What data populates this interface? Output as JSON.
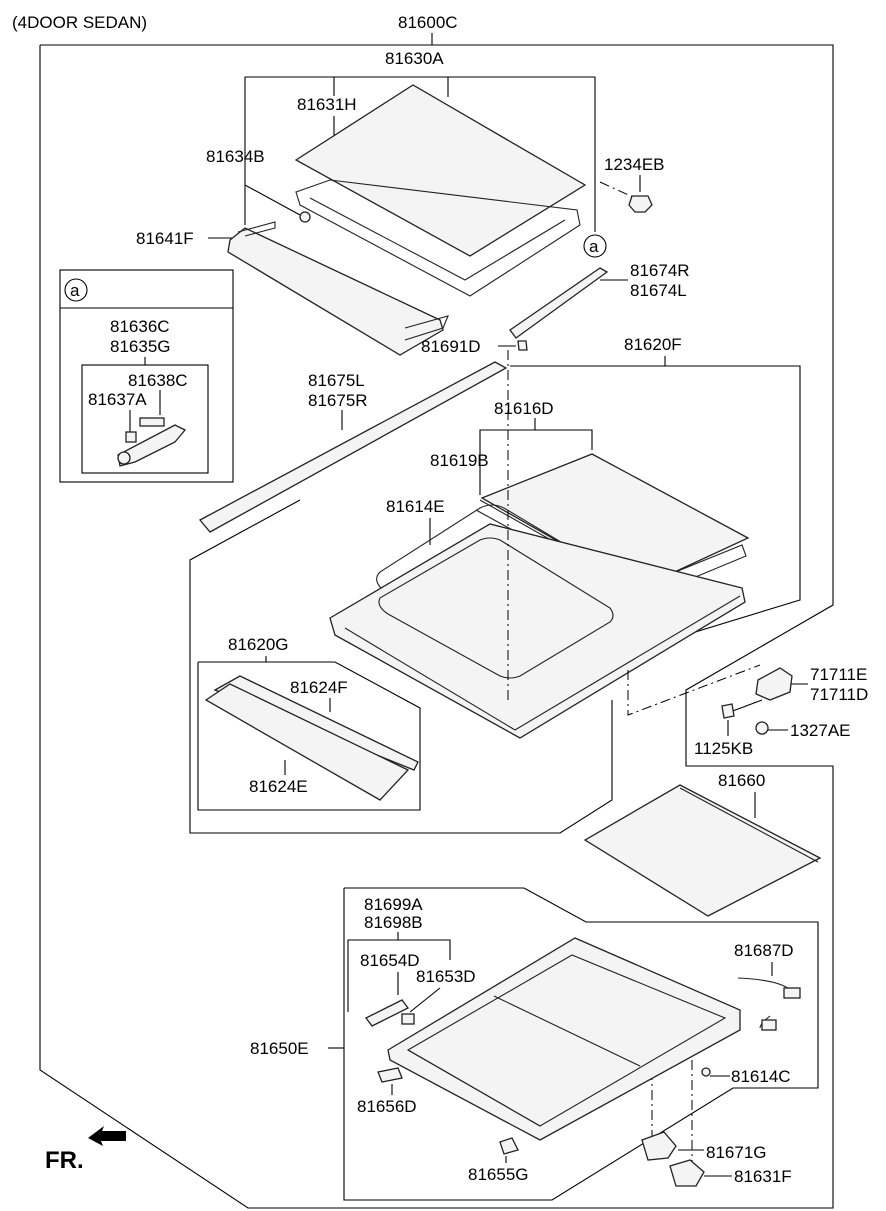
{
  "header": {
    "title": "(4DOOR SEDAN)"
  },
  "labels": {
    "p81600C": "81600C",
    "p81630A": "81630A",
    "p81631H": "81631H",
    "p81634B": "81634B",
    "p1234EB": "1234EB",
    "p81641F": "81641F",
    "p81674R": "81674R",
    "p81674L": "81674L",
    "p81636C": "81636C",
    "p81635G": "81635G",
    "p81638C": "81638C",
    "p81637A": "81637A",
    "p81691D": "81691D",
    "p81620F": "81620F",
    "p81675L": "81675L",
    "p81675R": "81675R",
    "p81616D": "81616D",
    "p81619B": "81619B",
    "p81614E": "81614E",
    "p81620G": "81620G",
    "p81624F": "81624F",
    "p81624E": "81624E",
    "p71711E": "71711E",
    "p71711D": "71711D",
    "p1327AE": "1327AE",
    "p1125KB": "1125KB",
    "p81660": "81660",
    "p81699A": "81699A",
    "p81698B": "81698B",
    "p81654D": "81654D",
    "p81653D": "81653D",
    "p81687D": "81687D",
    "p81650E": "81650E",
    "p81614C": "81614C",
    "p81656D": "81656D",
    "p81671G": "81671G",
    "p81655G": "81655G",
    "p81631F": "81631F"
  },
  "callouts": {
    "a_main": "a",
    "a_inset": "a"
  },
  "front_marker": {
    "label": "FR."
  }
}
